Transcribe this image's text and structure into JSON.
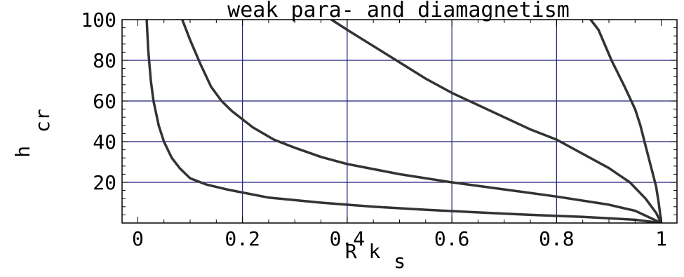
{
  "chart_data": {
    "type": "line",
    "title": "weak para- and diamagnetism",
    "xlabel": "R k",
    "xlabel_sub": "s",
    "ylabel": "h",
    "ylabel_sub": "cr",
    "xlim": [
      -0.03,
      1.03
    ],
    "ylim": [
      0,
      100
    ],
    "x_ticks": [
      0,
      0.2,
      0.4,
      0.6,
      0.8,
      1
    ],
    "x_tick_labels": [
      "0",
      "0.2",
      "0.4",
      "0.6",
      "0.8",
      "1"
    ],
    "y_ticks": [
      20,
      40,
      60,
      80,
      100
    ],
    "y_tick_labels": [
      "20",
      "40",
      "60",
      "80",
      "100"
    ],
    "grid": true,
    "grid_color": "#1f1f7a",
    "line_color": "#333333",
    "series": [
      {
        "values": [
          [
            0.017,
            100
          ],
          [
            0.02,
            85
          ],
          [
            0.025,
            70
          ],
          [
            0.03,
            60
          ],
          [
            0.04,
            48
          ],
          [
            0.05,
            40
          ],
          [
            0.065,
            32
          ],
          [
            0.08,
            27
          ],
          [
            0.1,
            22
          ],
          [
            0.13,
            19
          ],
          [
            0.17,
            16.5
          ],
          [
            0.25,
            12.5
          ],
          [
            0.35,
            10
          ],
          [
            0.45,
            8
          ],
          [
            0.55,
            6.5
          ],
          [
            0.65,
            5.2
          ],
          [
            0.75,
            4
          ],
          [
            0.85,
            3
          ],
          [
            0.95,
            1.6
          ],
          [
            1.0,
            0
          ]
        ]
      },
      {
        "values": [
          [
            0.085,
            100
          ],
          [
            0.1,
            90
          ],
          [
            0.12,
            78
          ],
          [
            0.14,
            67
          ],
          [
            0.16,
            60
          ],
          [
            0.18,
            55
          ],
          [
            0.2,
            51
          ],
          [
            0.22,
            47
          ],
          [
            0.26,
            41
          ],
          [
            0.3,
            37
          ],
          [
            0.35,
            32.5
          ],
          [
            0.4,
            29
          ],
          [
            0.5,
            24
          ],
          [
            0.6,
            20
          ],
          [
            0.7,
            16.5
          ],
          [
            0.8,
            13
          ],
          [
            0.9,
            9
          ],
          [
            0.95,
            6
          ],
          [
            1.0,
            0
          ]
        ]
      },
      {
        "values": [
          [
            0.37,
            100
          ],
          [
            0.4,
            95
          ],
          [
            0.45,
            87
          ],
          [
            0.5,
            79
          ],
          [
            0.55,
            71
          ],
          [
            0.6,
            64
          ],
          [
            0.65,
            58
          ],
          [
            0.7,
            52
          ],
          [
            0.75,
            46
          ],
          [
            0.8,
            41
          ],
          [
            0.85,
            34
          ],
          [
            0.9,
            27
          ],
          [
            0.94,
            20
          ],
          [
            0.97,
            12
          ],
          [
            0.99,
            5
          ],
          [
            1.0,
            0
          ]
        ]
      },
      {
        "values": [
          [
            0.865,
            100
          ],
          [
            0.88,
            95
          ],
          [
            0.905,
            80
          ],
          [
            0.93,
            67
          ],
          [
            0.95,
            56
          ],
          [
            0.96,
            48
          ],
          [
            0.97,
            38
          ],
          [
            0.98,
            28
          ],
          [
            0.99,
            18
          ],
          [
            0.995,
            10
          ],
          [
            1.0,
            0
          ]
        ]
      }
    ]
  }
}
